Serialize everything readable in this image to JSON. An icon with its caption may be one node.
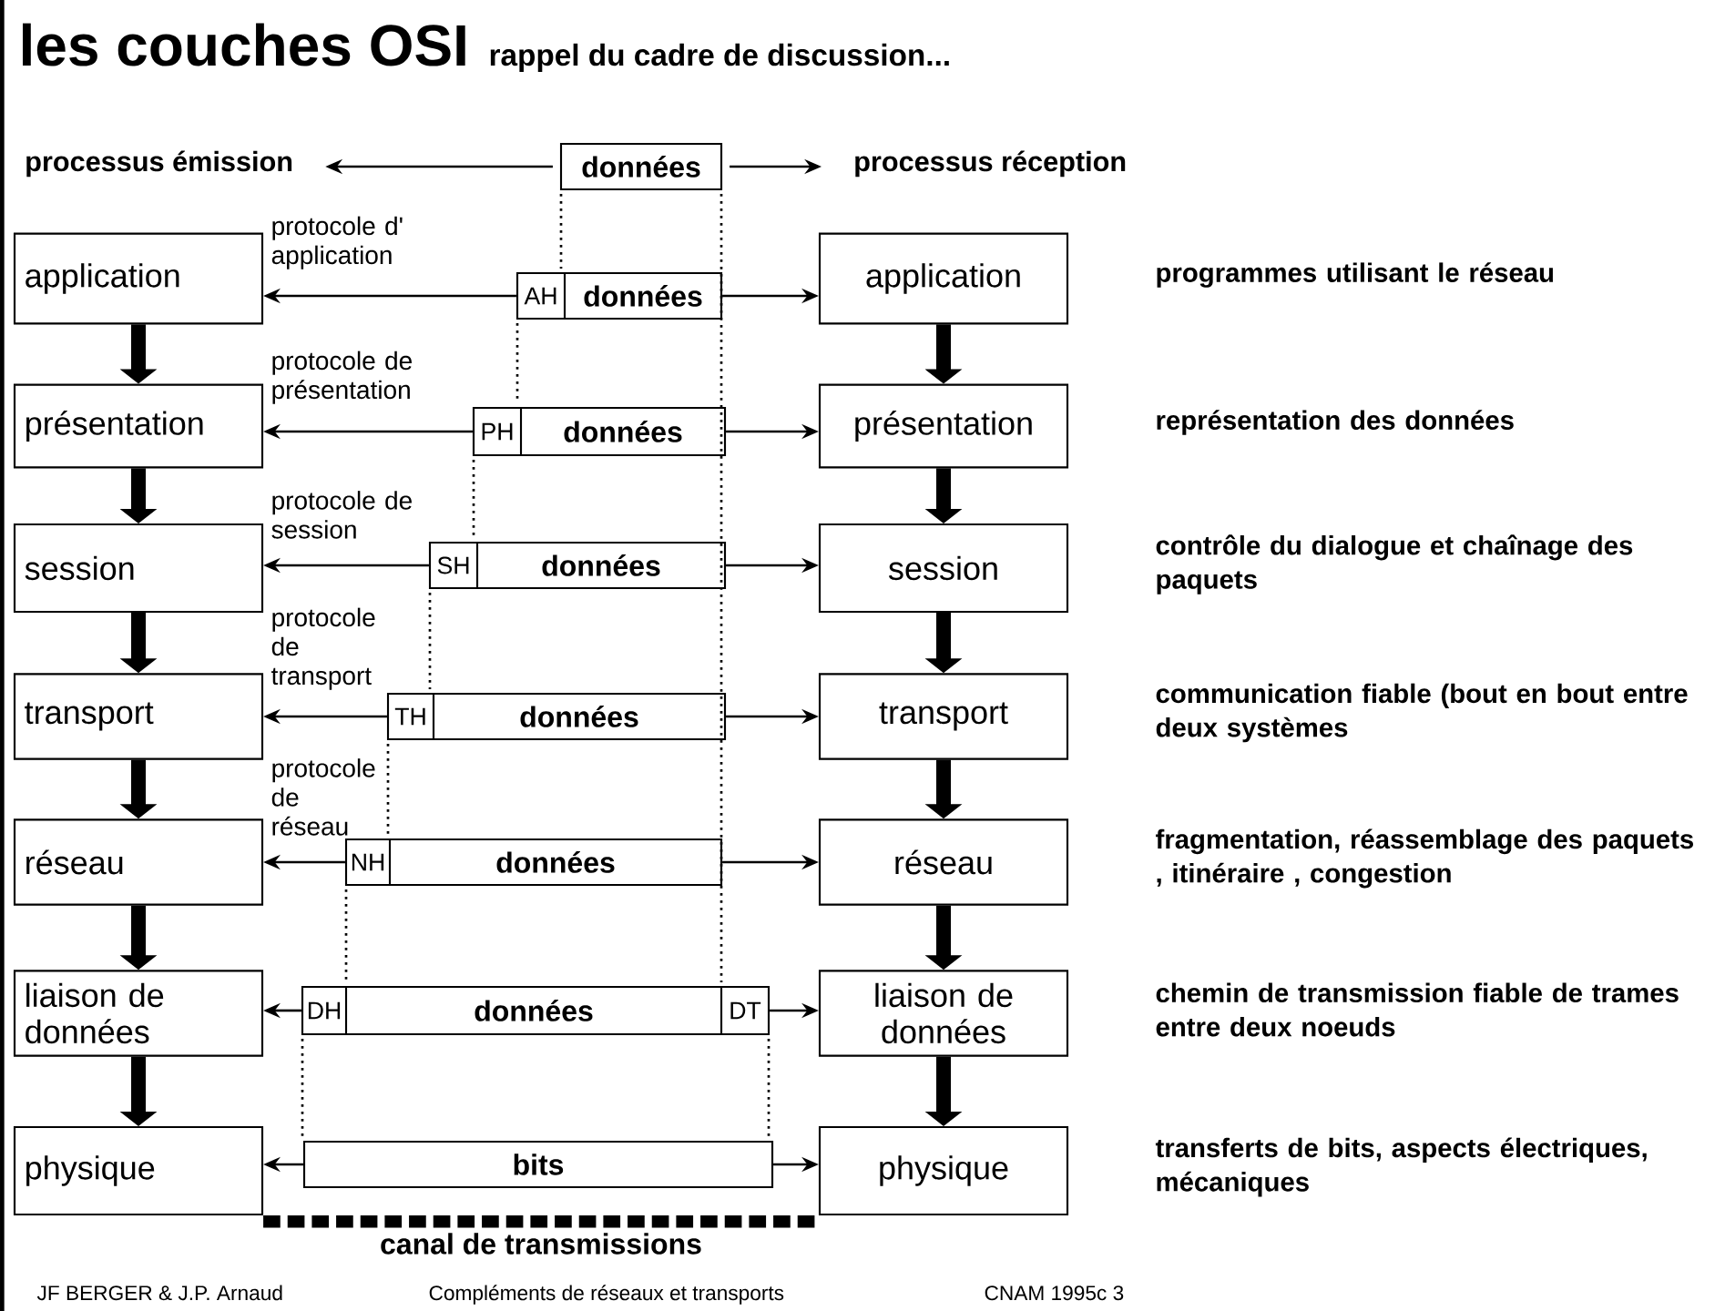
{
  "diagram": {
    "title": "les couches OSI",
    "nodes": [
      {
        "text": [
          "processus émission"
        ]
      },
      {
        "text": [
          "données"
        ]
      },
      {
        "text": [
          "processus réception"
        ]
      },
      {
        "text": [
          "application"
        ]
      },
      {
        "text": [
          "présentation"
        ]
      },
      {
        "text": [
          "session"
        ]
      },
      {
        "text": [
          "transport"
        ]
      },
      {
        "text": [
          "réseau"
        ]
      },
      {
        "text": [
          "liaison de données"
        ]
      },
      {
        "text": [
          "physique"
        ]
      },
      {
        "text": [
          "application"
        ],
        "beside": [
          "programmes utilisant le réseau"
        ]
      },
      {
        "text": [
          "présentation"
        ],
        "beside": [
          "représentation des données"
        ]
      },
      {
        "text": [
          "session"
        ],
        "beside": [
          "contrôle du dialogue et chaînage des paquets"
        ]
      },
      {
        "text": [
          "transport"
        ],
        "beside": [
          "communication fiable (bout en bout entre deux systèmes"
        ]
      },
      {
        "text": [
          "réseau"
        ],
        "beside": [
          "fragmentation, réassemblage des paquets , itinéraire , congestion"
        ]
      },
      {
        "text": [
          "liaison de données"
        ],
        "beside": [
          "chemin de transmission fiable de trames entre deux noeuds"
        ]
      },
      {
        "text": [
          "physique"
        ],
        "beside": [
          "transferts de bits, aspects électriques, mécaniques"
        ]
      },
      {
        "text": [
          "AH",
          "données"
        ]
      },
      {
        "text": [
          "PH",
          "données"
        ]
      },
      {
        "text": [
          "SH",
          "données"
        ]
      },
      {
        "text": [
          "TH",
          "données"
        ]
      },
      {
        "text": [
          "NH",
          "données"
        ]
      },
      {
        "text": [
          "DH",
          "données",
          "DT"
        ]
      },
      {
        "text": [
          "bits"
        ]
      }
    ],
    "edges": [
      {
        "from": 1,
        "to": 0,
        "arrow": "to"
      },
      {
        "from": 1,
        "to": 2,
        "arrow": "to"
      },
      {
        "from": 17,
        "to": 3,
        "arrow": "to",
        "label": "protocole d' application"
      },
      {
        "from": 17,
        "to": 10,
        "arrow": "to"
      },
      {
        "from": 18,
        "to": 4,
        "arrow": "to",
        "label": "protocole de présentation"
      },
      {
        "from": 18,
        "to": 11,
        "arrow": "to"
      },
      {
        "from": 19,
        "to": 5,
        "arrow": "to",
        "label": "protocole de session"
      },
      {
        "from": 19,
        "to": 12,
        "arrow": "to"
      },
      {
        "from": 20,
        "to": 6,
        "arrow": "to",
        "label": "protocole de transport"
      },
      {
        "from": 20,
        "to": 13,
        "arrow": "to"
      },
      {
        "from": 21,
        "to": 7,
        "arrow": "to",
        "label": "protocole de réseau"
      },
      {
        "from": 21,
        "to": 14,
        "arrow": "to"
      },
      {
        "from": 22,
        "to": 8,
        "arrow": "to"
      },
      {
        "from": 22,
        "to": 15,
        "arrow": "to"
      },
      {
        "from": 23,
        "to": 9,
        "arrow": "to"
      },
      {
        "from": 23,
        "to": 16,
        "arrow": "to"
      },
      {
        "from": 3,
        "to": 4,
        "arrow": "to",
        "style": "thick"
      },
      {
        "from": 4,
        "to": 5,
        "arrow": "to",
        "style": "thick"
      },
      {
        "from": 5,
        "to": 6,
        "arrow": "to",
        "style": "thick"
      },
      {
        "from": 6,
        "to": 7,
        "arrow": "to",
        "style": "thick"
      },
      {
        "from": 7,
        "to": 8,
        "arrow": "to",
        "style": "thick"
      },
      {
        "from": 8,
        "to": 9,
        "arrow": "to",
        "style": "thick"
      },
      {
        "from": 10,
        "to": 11,
        "arrow": "to",
        "style": "thick"
      },
      {
        "from": 11,
        "to": 12,
        "arrow": "to",
        "style": "thick"
      },
      {
        "from": 12,
        "to": 13,
        "arrow": "to",
        "style": "thick"
      },
      {
        "from": 13,
        "to": 14,
        "arrow": "to",
        "style": "thick"
      },
      {
        "from": 14,
        "to": 15,
        "arrow": "to",
        "style": "thick"
      },
      {
        "from": 15,
        "to": 16,
        "arrow": "to",
        "style": "thick"
      },
      {
        "from": 9,
        "to": 16,
        "arrow": "none",
        "style": "dashed",
        "label": "canal de transmissions"
      }
    ],
    "labels": [
      "rappel du cadre de discussion...",
      "JF BERGER & J.P. Arnaud",
      "Compléments de réseaux et transports",
      "CNAM 1995c  3"
    ]
  }
}
